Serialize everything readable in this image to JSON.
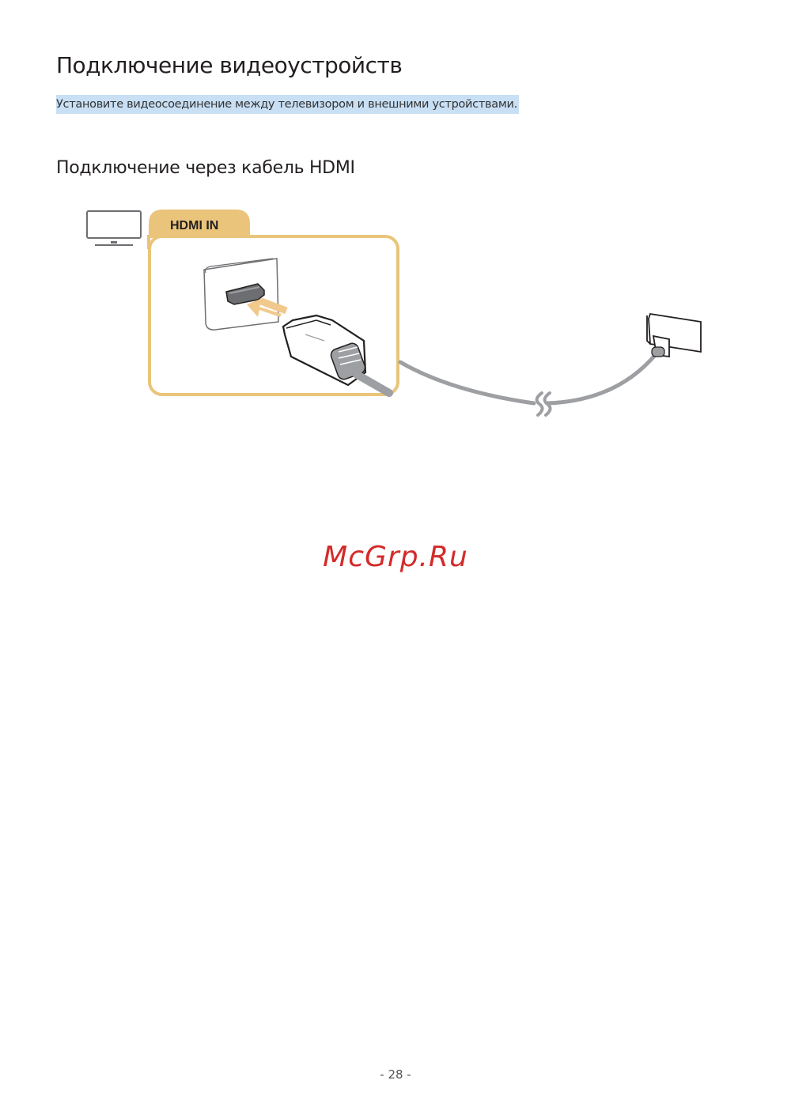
{
  "document": {
    "title": "Подключение видеоустройств",
    "subtitle": "Установите видеосоединение между телевизором и внешними устройствами.",
    "section_title": "Подключение через кабель HDMI"
  },
  "diagram": {
    "port_label": "HDMI IN",
    "tv_icon": "tv-icon",
    "accent_color": "#e9c47a",
    "cable_color": "#9d9fa2"
  },
  "watermark": "McGrp.Ru",
  "footer": {
    "page_number": "- 28 -"
  }
}
